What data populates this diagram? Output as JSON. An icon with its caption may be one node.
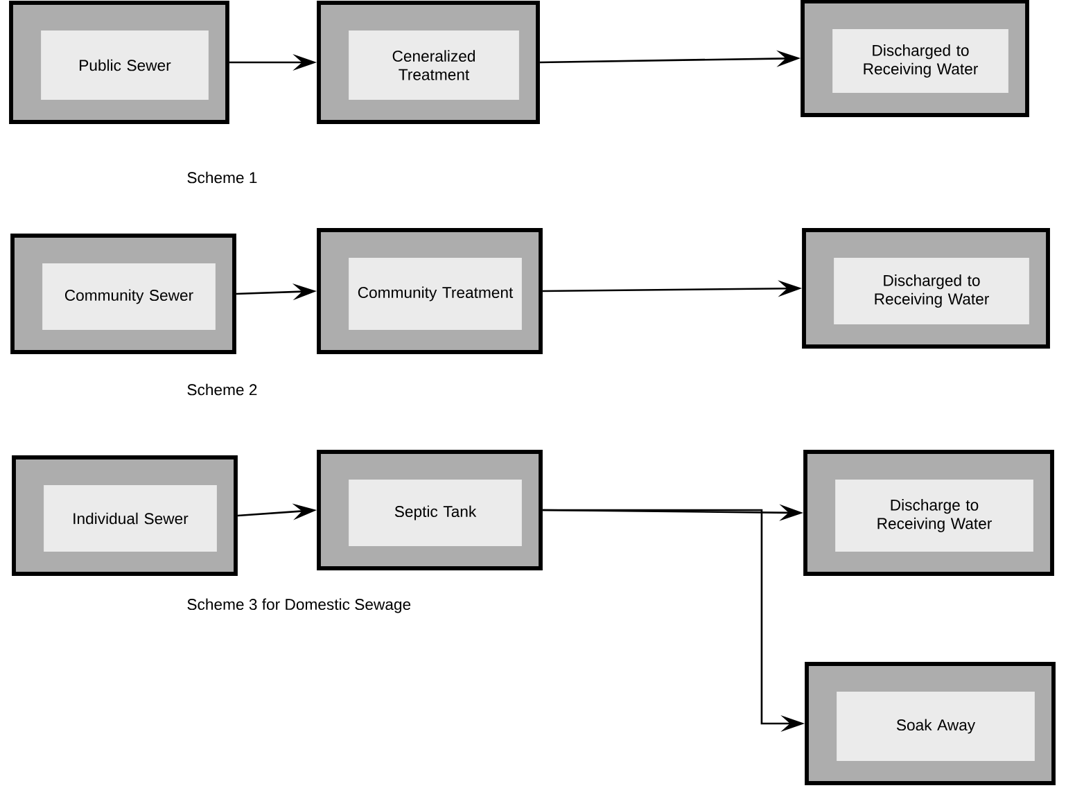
{
  "diagram": {
    "nodes": [
      {
        "text": [
          "Public Sewer"
        ]
      },
      {
        "text": [
          "Ceneralized Treatment"
        ]
      },
      {
        "text": [
          "Discharged to Receiving Water"
        ]
      },
      {
        "text": [
          "Community Sewer"
        ]
      },
      {
        "text": [
          "Community Treatment"
        ]
      },
      {
        "text": [
          "Discharged to Receiving Water"
        ]
      },
      {
        "text": [
          "Individual Sewer"
        ]
      },
      {
        "text": [
          "Septic Tank"
        ]
      },
      {
        "text": [
          "Discharge to Receiving Water"
        ]
      },
      {
        "text": [
          "Soak Away"
        ]
      }
    ],
    "edges": [
      {
        "from": 0,
        "to": 1,
        "arrow": "to"
      },
      {
        "from": 1,
        "to": 2,
        "arrow": "to"
      },
      {
        "from": 3,
        "to": 4,
        "arrow": "to"
      },
      {
        "from": 4,
        "to": 5,
        "arrow": "to"
      },
      {
        "from": 6,
        "to": 7,
        "arrow": "to"
      },
      {
        "from": 7,
        "to": 8,
        "arrow": "to"
      },
      {
        "from": 7,
        "to": 9,
        "arrow": "to"
      }
    ],
    "labels": [
      "Scheme 1",
      "Scheme 2",
      "Scheme 3 for Domestic Sewage"
    ]
  }
}
